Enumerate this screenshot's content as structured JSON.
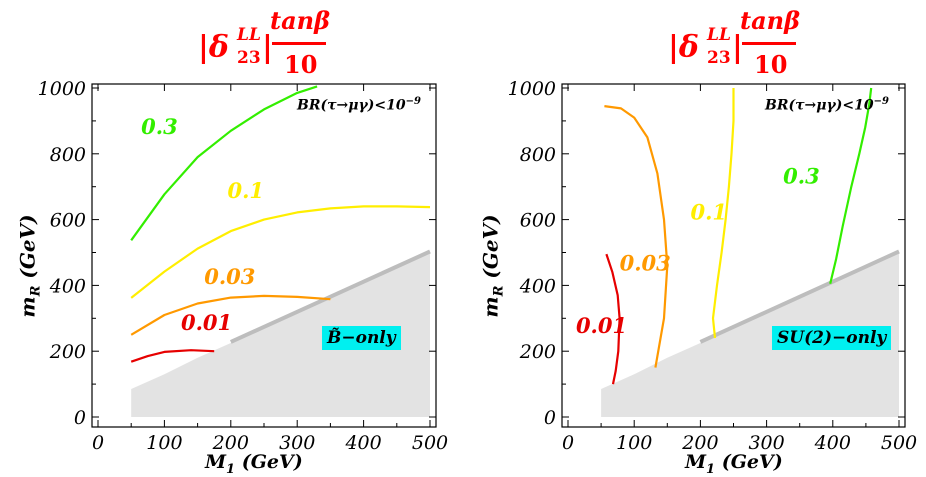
{
  "panels": [
    {
      "title": {
        "delta": "|δ",
        "sup": "LL",
        "sub": "23",
        "bar": "|",
        "numerator": "tanβ",
        "denominator": "10"
      },
      "xlabel_main": "M",
      "xlabel_sub": "1",
      "xlabel_unit": "(GeV)",
      "ylabel_main": "m",
      "ylabel_sub": "R",
      "ylabel_unit": "(GeV)",
      "constraint": "BR(τ→μγ)<10",
      "constraint_exp": "−9",
      "region_label": "B̃−only"
    },
    {
      "title": {
        "delta": "|δ",
        "sup": "LL",
        "sub": "23",
        "bar": "|",
        "numerator": "tanβ",
        "denominator": "10"
      },
      "xlabel_main": "M",
      "xlabel_sub": "1",
      "xlabel_unit": "(GeV)",
      "ylabel_main": "m",
      "ylabel_sub": "R",
      "ylabel_unit": "(GeV)",
      "constraint": "BR(τ→μγ)<10",
      "constraint_exp": "−9",
      "region_label": "SU(2)−only"
    }
  ],
  "colors": {
    "c0.01": "#e60000",
    "c0.03": "#ff9900",
    "c0.1": "#ffee00",
    "c0.3": "#33ee00",
    "excluded": "#e3e3e3",
    "region_bg": "#00f0f0",
    "title": "#ff0000"
  },
  "chart_data": [
    {
      "type": "line",
      "xlabel": "M1 (GeV)",
      "ylabel": "mR (GeV)",
      "xlim": [
        0,
        500
      ],
      "ylim": [
        0,
        1000
      ],
      "xticks": [
        0,
        100,
        200,
        300,
        400,
        500
      ],
      "yticks": [
        0,
        200,
        400,
        600,
        800,
        1000
      ],
      "excluded_region": {
        "boundary": [
          [
            50,
            85
          ],
          [
            100,
            130
          ],
          [
            150,
            180
          ],
          [
            200,
            225
          ],
          [
            500,
            500
          ]
        ]
      },
      "series": [
        {
          "name": "0.01",
          "color_key": "c0.01",
          "label_at": [
            125,
            265
          ],
          "points": [
            [
              50,
              168
            ],
            [
              75,
              185
            ],
            [
              100,
              198
            ],
            [
              140,
              203
            ],
            [
              175,
              200
            ]
          ]
        },
        {
          "name": "0.03",
          "color_key": "c0.03",
          "label_at": [
            160,
            405
          ],
          "points": [
            [
              50,
              250
            ],
            [
              100,
              310
            ],
            [
              150,
              345
            ],
            [
              200,
              363
            ],
            [
              250,
              368
            ],
            [
              300,
              365
            ],
            [
              350,
              358
            ]
          ]
        },
        {
          "name": "0.1",
          "color_key": "c0.1",
          "label_at": [
            195,
            665
          ],
          "points": [
            [
              50,
              362
            ],
            [
              100,
              442
            ],
            [
              150,
              512
            ],
            [
              200,
              565
            ],
            [
              250,
              600
            ],
            [
              300,
              622
            ],
            [
              350,
              634
            ],
            [
              400,
              640
            ],
            [
              450,
              640
            ],
            [
              500,
              638
            ]
          ]
        },
        {
          "name": "0.3",
          "color_key": "c0.3",
          "label_at": [
            65,
            860
          ],
          "points": [
            [
              50,
              537
            ],
            [
              100,
              677
            ],
            [
              150,
              790
            ],
            [
              200,
              870
            ],
            [
              250,
              935
            ],
            [
              300,
              985
            ],
            [
              330,
              1005
            ]
          ]
        }
      ]
    },
    {
      "type": "line",
      "xlabel": "M1 (GeV)",
      "ylabel": "mR (GeV)",
      "xlim": [
        0,
        500
      ],
      "ylim": [
        0,
        1000
      ],
      "xticks": [
        0,
        100,
        200,
        300,
        400,
        500
      ],
      "yticks": [
        0,
        200,
        400,
        600,
        800,
        1000
      ],
      "excluded_region": {
        "boundary": [
          [
            50,
            85
          ],
          [
            100,
            130
          ],
          [
            150,
            180
          ],
          [
            200,
            225
          ],
          [
            500,
            500
          ]
        ]
      },
      "series": [
        {
          "name": "0.01",
          "color_key": "c0.01",
          "label_at": [
            12,
            255
          ],
          "points": [
            [
              58,
              495
            ],
            [
              67,
              440
            ],
            [
              75,
              370
            ],
            [
              78,
              300
            ],
            [
              76,
              200
            ],
            [
              72,
              140
            ],
            [
              68,
              100
            ]
          ]
        },
        {
          "name": "0.03",
          "color_key": "c0.03",
          "label_at": [
            78,
            445
          ],
          "points": [
            [
              55,
              945
            ],
            [
              80,
              938
            ],
            [
              100,
              910
            ],
            [
              120,
              850
            ],
            [
              135,
              740
            ],
            [
              145,
              600
            ],
            [
              150,
              460
            ],
            [
              145,
              300
            ],
            [
              132,
              150
            ]
          ]
        },
        {
          "name": "0.1",
          "color_key": "c0.1",
          "label_at": [
            185,
            600
          ],
          "points": [
            [
              250,
              1000
            ],
            [
              250,
              900
            ],
            [
              247,
              800
            ],
            [
              243,
              700
            ],
            [
              238,
              600
            ],
            [
              232,
              500
            ],
            [
              225,
              400
            ],
            [
              219,
              300
            ],
            [
              222,
              240
            ]
          ]
        },
        {
          "name": "0.3",
          "color_key": "c0.3",
          "label_at": [
            325,
            710
          ],
          "points": [
            [
              458,
              1000
            ],
            [
              455,
              950
            ],
            [
              449,
              880
            ],
            [
              440,
              800
            ],
            [
              428,
              700
            ],
            [
              415,
              580
            ],
            [
              405,
              480
            ],
            [
              396,
              405
            ]
          ]
        }
      ]
    }
  ]
}
